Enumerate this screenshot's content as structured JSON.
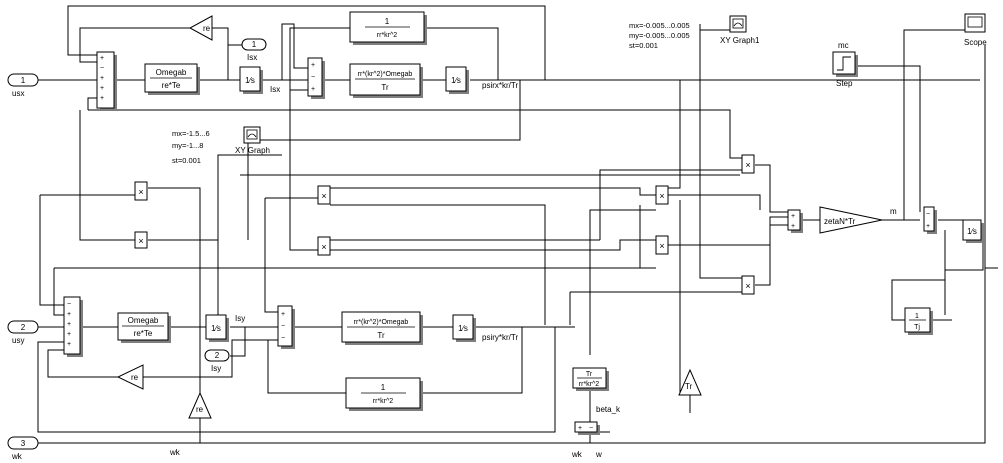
{
  "ports": {
    "in1": {
      "num": "1",
      "name": "usx"
    },
    "in2": {
      "num": "2",
      "name": "usy"
    },
    "in3": {
      "num": "3",
      "name": "wk"
    },
    "out1": {
      "num": "1",
      "name": "Isx"
    },
    "out2": {
      "num": "2",
      "name": "Isy"
    }
  },
  "blocks": {
    "gain_top_re": "re",
    "gain_bot_re": "re",
    "tf_x1_num": "Omegab",
    "tf_x1_den": "re*Te",
    "tf_y1_num": "Omegab",
    "tf_y1_den": "re*Te",
    "int_x1": "1⁄s",
    "int_x1_label": "Isx",
    "int_y1": "1⁄s",
    "int_y1_label": "Isy",
    "gain_top_rr_num": "1",
    "gain_top_rr_den": "rr*kr^2",
    "gain_bot_rr_num": "1",
    "gain_bot_rr_den": "rr*kr^2",
    "tf_x2_num": "rr*(kr^2)*Omegab",
    "tf_x2_den": "Tr",
    "tf_y2_num": "rr*(kr^2)*Omegab",
    "tf_y2_den": "Tr",
    "int_x2_label": "psirx*kr/Tr",
    "int_y2_label": "psiry*kr/Tr",
    "tr_block_num": "Tr",
    "tr_block_den": "rr*kr^2",
    "beta_label": "beta_k",
    "wk_label": "wk",
    "w_label": "w",
    "wk_bottom_label": "wk",
    "re_tri": "re",
    "tr_tri": "Tr",
    "zeta_gain": "zetaN*Tr",
    "m_label": "m",
    "mc_label": "mc",
    "step_label": "Step",
    "scope_label": "Scope",
    "tj_num": "1",
    "tj_den": "Tj",
    "int_out": "1⁄s",
    "xy1_label": "XY Graph",
    "xy2_label": "XY Graph1",
    "mult": "×",
    "minus": "−",
    "plus": "+"
  },
  "annotations": {
    "xy1_mx": "mx=-1.5...6",
    "xy1_my": "my=-1...8",
    "xy1_st": "st=0.001",
    "xy2_mx": "mx=-0.005...0.005",
    "xy2_my": "my=-0.005...0.005",
    "xy2_st": "st=0.001"
  }
}
